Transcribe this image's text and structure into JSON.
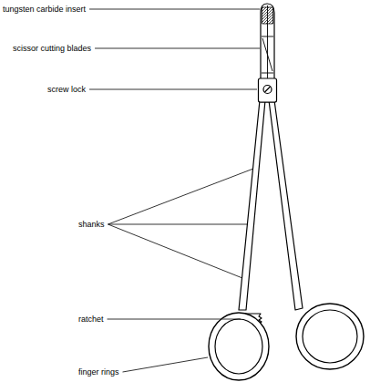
{
  "diagram": {
    "labels": [
      "tungsten carbide insert",
      "scissor cutting blades",
      "screw lock",
      "shanks",
      "ratchet",
      "finger rings"
    ]
  }
}
